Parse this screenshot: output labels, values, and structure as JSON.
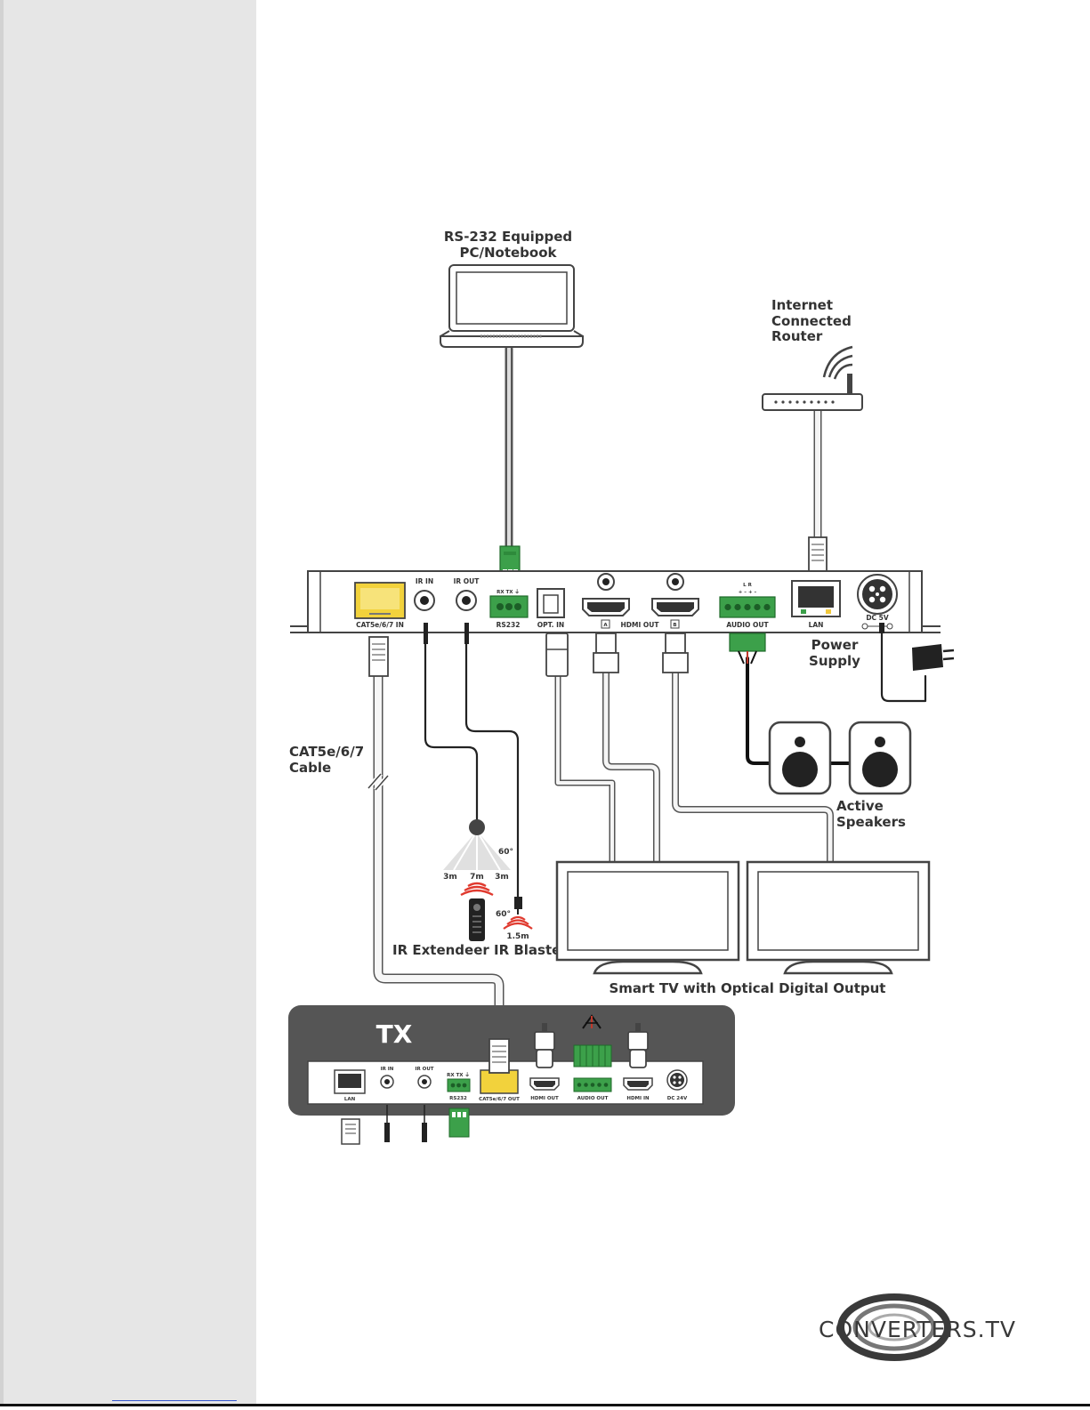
{
  "labels": {
    "pc": [
      "RS-232 Equipped",
      "PC/Notebook"
    ],
    "router": [
      "Internet",
      "Connected",
      "Router"
    ],
    "power": [
      "Power",
      "Supply"
    ],
    "cable": [
      "CAT5e/6/7",
      "Cable"
    ],
    "speakers": [
      "Active",
      "Speakers"
    ],
    "ir": "IR Extendeer IR Blaster",
    "tv": "Smart TV with Optical Digital Output",
    "tx": "TX"
  },
  "rx_ports": {
    "cat_in": "CAT5e/6/7 IN",
    "ir_in": "IR IN",
    "ir_out": "IR OUT",
    "rs232_pins": "RX TX ⏚",
    "rs232": "RS232",
    "opt_in": "OPT. IN",
    "hdmi_a": "A",
    "hdmi_out": "HDMI OUT",
    "hdmi_b": "B",
    "audio_pins": "L       R",
    "audio_signs": "+ – + –",
    "audio_out": "AUDIO OUT",
    "lan": "LAN",
    "dc": "DC 5V"
  },
  "tx_ports": {
    "lan": "LAN",
    "ir_in": "IR IN",
    "ir_out": "IR OUT",
    "rs232_pins": "RX TX ⏚",
    "rs232": "RS232",
    "cat_out": "CAT5e/6/7 OUT",
    "hdmi_out": "HDMI OUT",
    "audio_out": "AUDIO OUT",
    "hdmi_in": "HDMI IN",
    "dc": "DC 24V"
  },
  "ir_specs": {
    "angle1": "60°",
    "left": "3m",
    "center": "7m",
    "right": "3m",
    "angle2": "60°",
    "blaster": "1.5m"
  },
  "logo": "CONVERTERS.TV"
}
